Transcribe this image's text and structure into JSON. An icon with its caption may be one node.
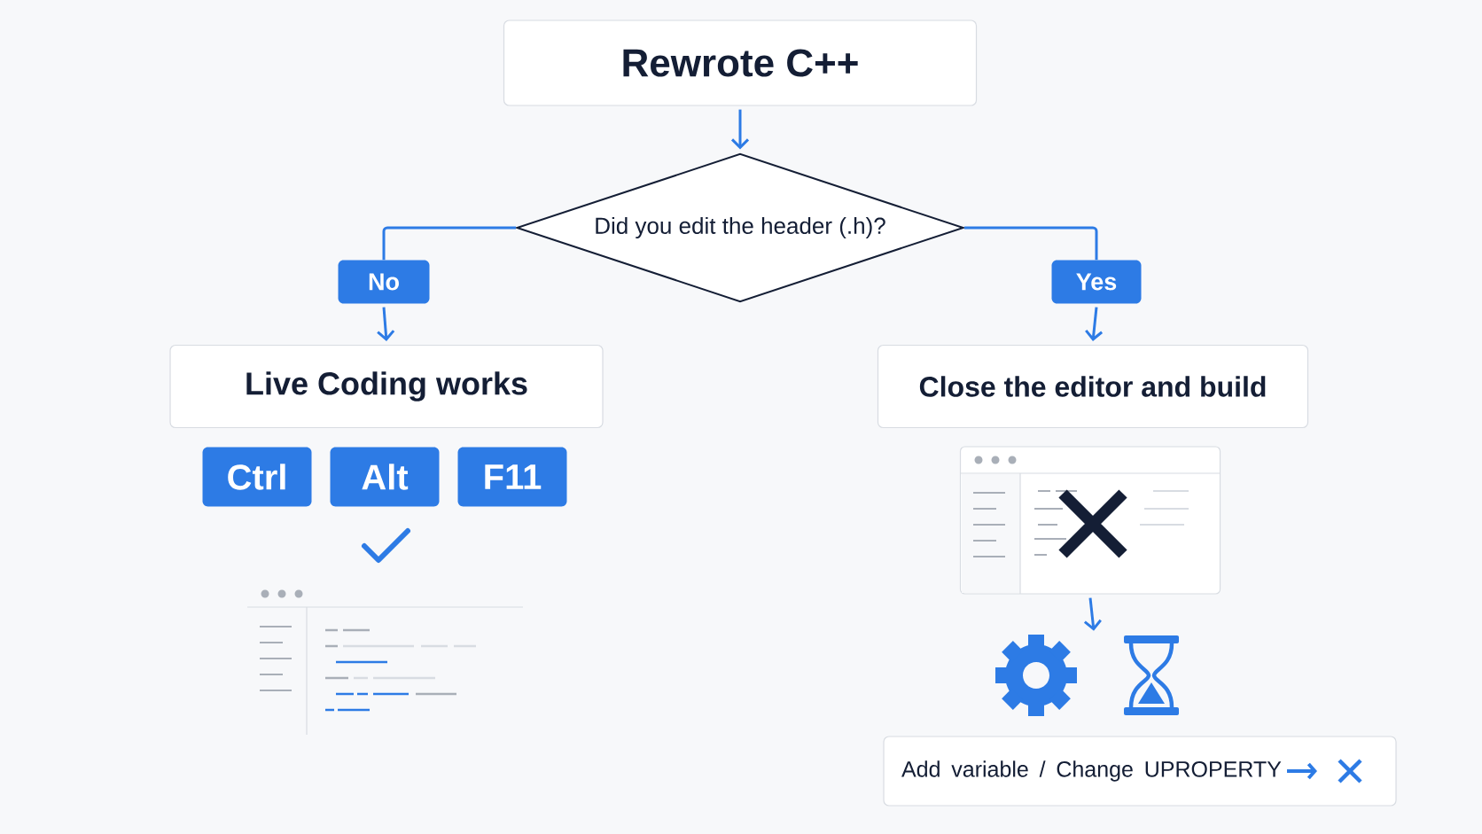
{
  "diagram": {
    "nodes": [
      {
        "text": [
          "Rewrote C++"
        ]
      },
      {
        "text": [
          "Did you edit the header (.h)?"
        ]
      },
      {
        "text": [
          "No"
        ]
      },
      {
        "text": [
          "Yes"
        ]
      },
      {
        "text": [
          "Live Coding works"
        ]
      },
      {
        "text": [
          "Close the editor and build"
        ]
      },
      {
        "text": [
          "Ctrl"
        ]
      },
      {
        "text": [
          "Alt"
        ]
      },
      {
        "text": [
          "F11"
        ]
      },
      {
        "text": [],
        "shape": "picture"
      },
      {
        "text": [
          "Add variable / Change UPROPERTY"
        ]
      },
      {
        "text": [],
        "shape": "picture"
      }
    ],
    "edges": [
      {
        "from": 0,
        "to": 1,
        "arrow": "to"
      },
      {
        "from": 1,
        "to": 2,
        "arrow": "none"
      },
      {
        "from": 1,
        "to": 3,
        "arrow": "none"
      },
      {
        "from": 2,
        "to": 4,
        "arrow": "to"
      },
      {
        "from": 3,
        "to": 5,
        "arrow": "to"
      },
      {
        "from": 9,
        "to": 11,
        "arrow": "to"
      }
    ]
  }
}
